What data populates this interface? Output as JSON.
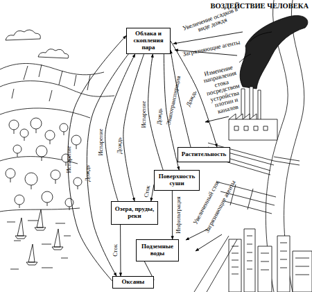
{
  "diagram": {
    "title": "ВОЗДЕЙСТВИЕ ЧЕЛОВЕКА",
    "nodes": [
      {
        "text": [
          "Облака и скопления пара"
        ]
      },
      {
        "text": [
          "Растительность"
        ]
      },
      {
        "text": [
          "Поверхность суши"
        ]
      },
      {
        "text": [
          "Озера, пруды, реки"
        ]
      },
      {
        "text": [
          "Подземные воды"
        ]
      },
      {
        "text": [
          "Оксаны"
        ]
      }
    ],
    "edges": [
      {
        "from": 5,
        "to": 0,
        "label": "Испарение",
        "arrow": "to"
      },
      {
        "from": 0,
        "to": 5,
        "label": "Дождь",
        "arrow": "to"
      },
      {
        "from": 3,
        "to": 0,
        "label": "Испарение",
        "arrow": "to"
      },
      {
        "from": 0,
        "to": 3,
        "label": "Дождь",
        "arrow": "to"
      },
      {
        "from": 2,
        "to": 0,
        "label": "Испарение",
        "arrow": "to"
      },
      {
        "from": 0,
        "to": 2,
        "label": "Дождь",
        "arrow": "to"
      },
      {
        "from": 1,
        "to": 0,
        "label": "Эвапотранспирация",
        "arrow": "to"
      },
      {
        "from": 0,
        "to": 1,
        "label": "Дождь",
        "arrow": "to"
      },
      {
        "from": 2,
        "to": 3,
        "label": "Сток",
        "arrow": "to"
      },
      {
        "from": 2,
        "to": 4,
        "label": "Инфильтрация",
        "arrow": "to"
      },
      {
        "from": 3,
        "to": 5,
        "label": "Сток",
        "arrow": "to"
      },
      {
        "from": 4,
        "to": 5,
        "arrow": "to"
      }
    ],
    "labels": [
      "Увеличение осадков в виде дождя",
      "Загрязняющие агенты",
      "Изменение направления стока посредством устройства плотин и каналов",
      "Увеличенный сток",
      "Загрязняющие агенты"
    ]
  }
}
